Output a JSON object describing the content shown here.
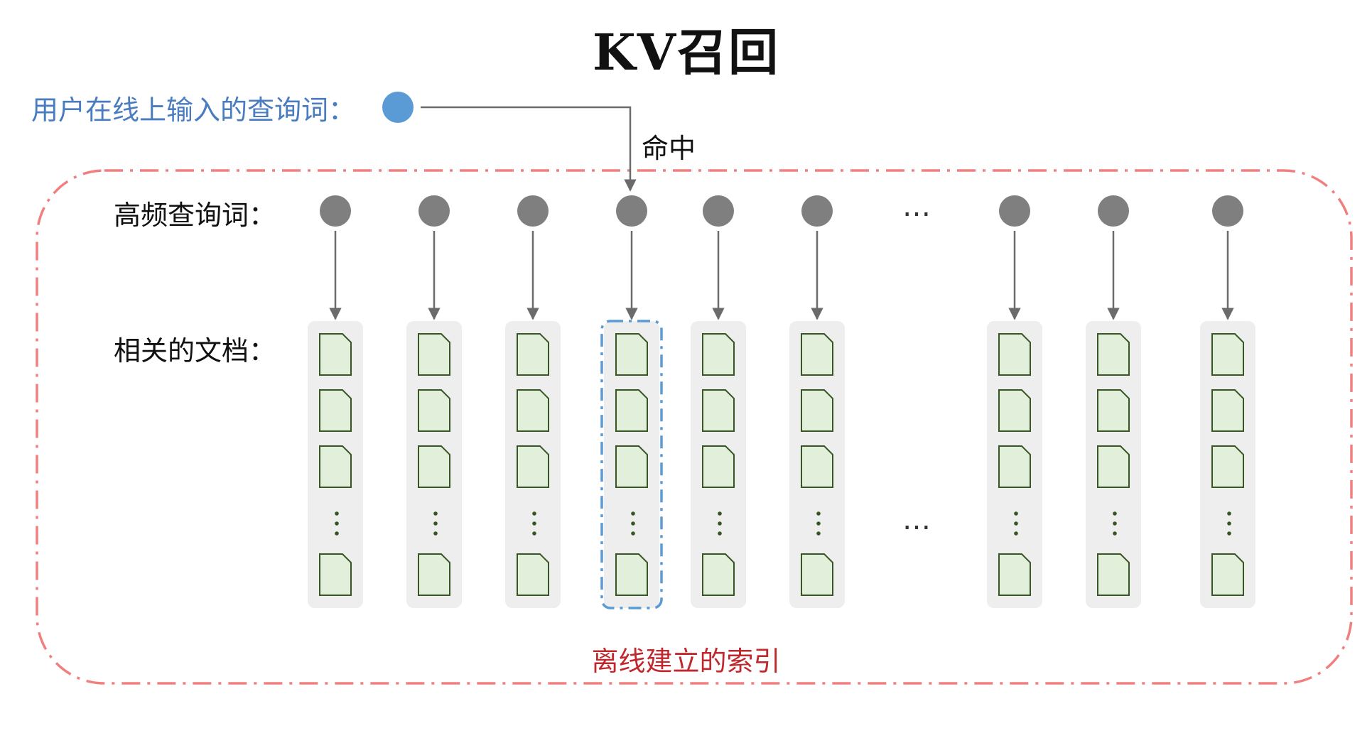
{
  "title": "KV召回",
  "user_query_label": "用户在线上输入的查询词：",
  "hit_label": "命中",
  "high_freq_label": "高频查询词：",
  "docs_label": "相关的文档：",
  "index_label": "离线建立的索引",
  "ellipsis": "…",
  "vertical_ellipsis": "⋮",
  "column_count": 9,
  "highlighted_column": 4,
  "colors": {
    "user_node": "#5b9bd5",
    "query_node": "#7f7f7f",
    "doc_fill": "#e2efda",
    "doc_stroke": "#375623",
    "column_bg": "#eeeeee",
    "index_border": "#f08080",
    "highlight_border": "#5b9bd5",
    "arrow": "#6b6b6b"
  }
}
